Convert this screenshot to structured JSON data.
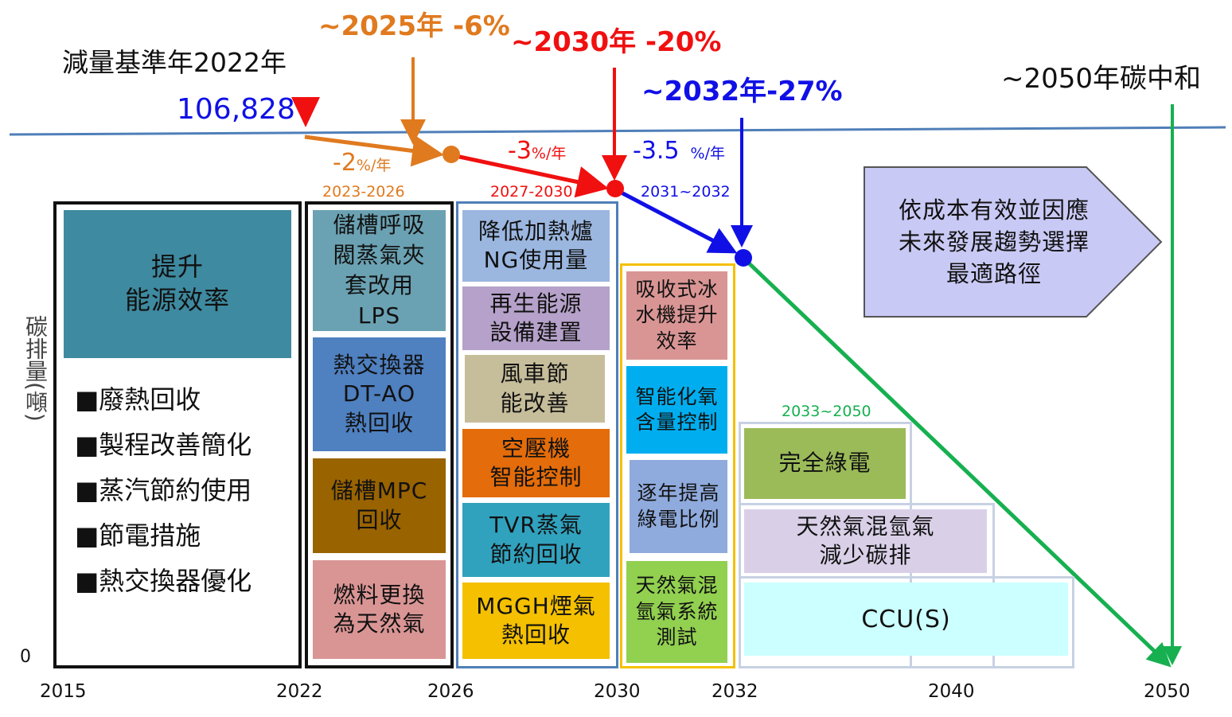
{
  "milestones": {
    "baseline_title": "減量基準年2022年",
    "baseline_value": "106,828",
    "m2025": "~2025年 -6%",
    "m2030": "~2030年 -20%",
    "m2032": "~2032年-27%",
    "m2050": "~2050年碳中和"
  },
  "rates": {
    "r1_num": "-2",
    "r1_unit": "%/年",
    "r2_num": "-3",
    "r2_unit": "%/年",
    "r3_num": "-3.5",
    "r3_unit": "%/年"
  },
  "periods": {
    "p1": "2023-2026",
    "p2": "2027-2030",
    "p3": "2031~2032",
    "p4": "2033~2050"
  },
  "y_axis_label": "碳排量(噸)",
  "y_zero": "0",
  "x_ticks": [
    "2015",
    "2022",
    "2026",
    "2030",
    "2032",
    "2040",
    "2050"
  ],
  "group1": {
    "title": "提升\n能源效率",
    "bullets": [
      "■廢熱回收",
      "■製程改善簡化",
      "■蒸汽節約使用",
      "■節電措施",
      "■熱交換器優化"
    ]
  },
  "group2": {
    "items": [
      "儲槽呼吸\n閥蒸氣夾\n套改用\nLPS",
      "熱交換器\nDT-AO\n熱回收",
      "儲槽MPC\n回收",
      "燃料更換\n為天然氣"
    ]
  },
  "group3": {
    "items": [
      "降低加熱爐\nNG使用量",
      "再生能源\n設備建置",
      "風車節\n能改善",
      "空壓機\n智能控制",
      "TVR蒸氣\n節約回收",
      "MGGH煙氣\n熱回收"
    ]
  },
  "group4": {
    "items": [
      "吸收式冰\n水機提升\n效率",
      "智能化氧\n含量控制",
      "逐年提高\n綠電比例",
      "天然氣混\n氫氣系統\n測試"
    ]
  },
  "group5": {
    "items": [
      "完全綠電",
      "天然氣混氫氣\n減少碳排",
      "CCU(S)"
    ]
  },
  "callout": "依成本有效並因應\n未來發展趨勢選擇\n最適路徑",
  "colors": {
    "baseline_line": "#4F7FB8",
    "orange": "#E07A1F",
    "red": "#F01010",
    "blue": "#1010E6",
    "green": "#16B050",
    "teal": "#3E8AA0",
    "callout_fill": "#C9C9F5"
  }
}
